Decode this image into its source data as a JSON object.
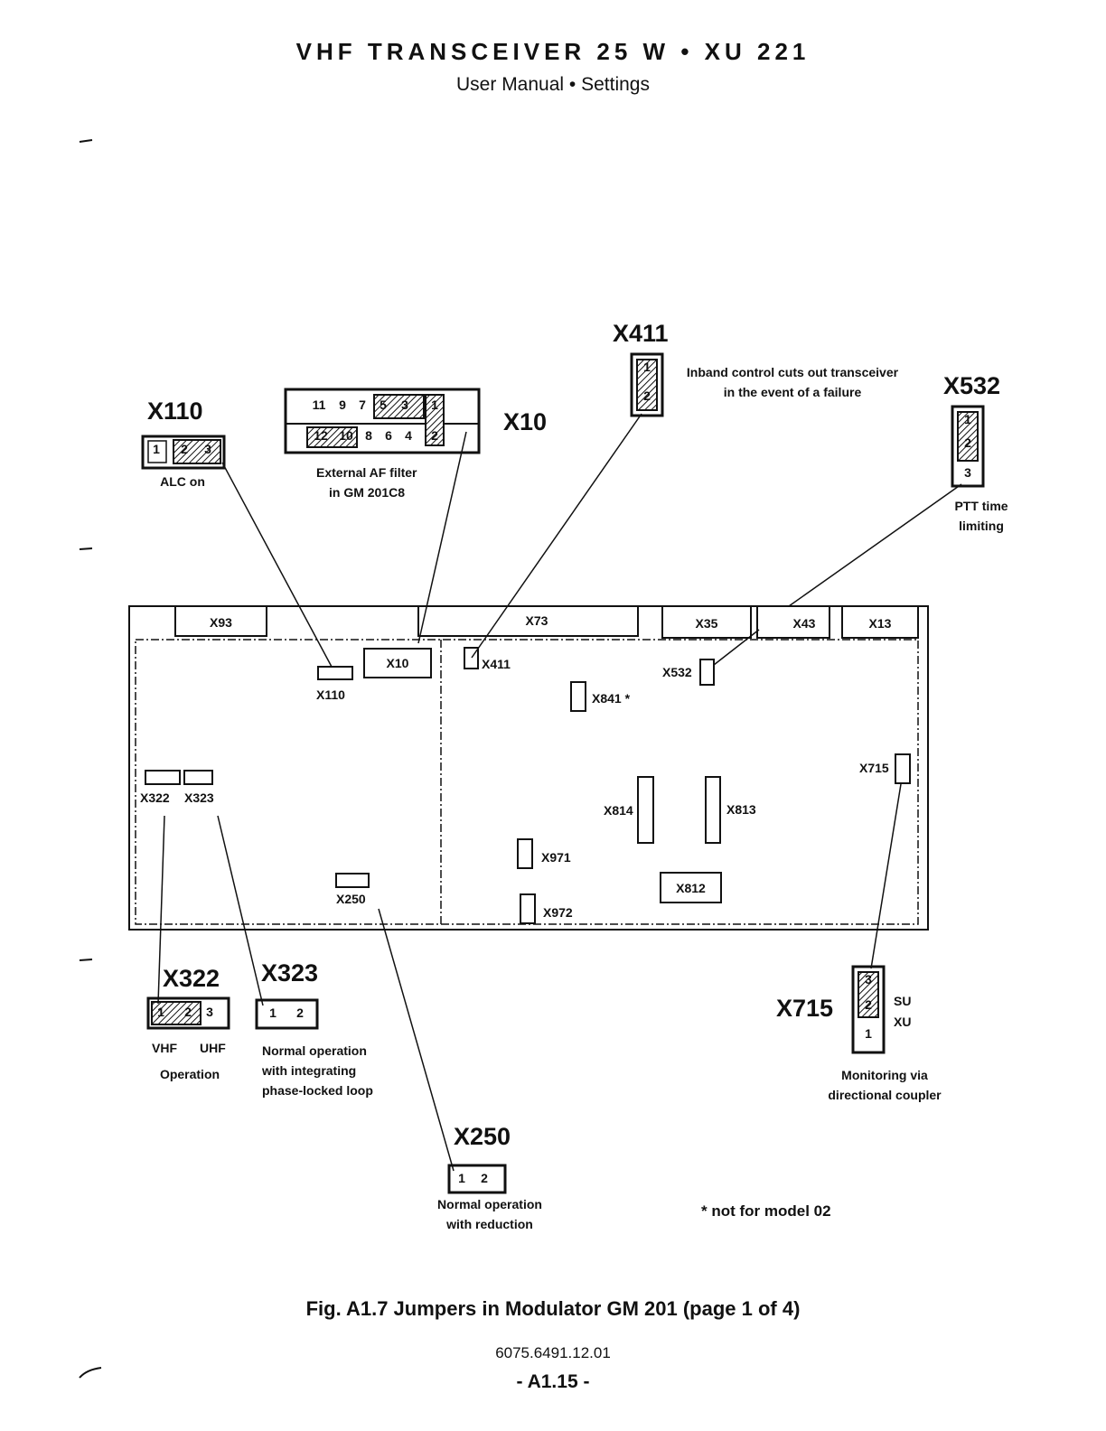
{
  "header": {
    "title": "VHF TRANSCEIVER 25 W • XU 221",
    "subtitle": "User Manual • Settings"
  },
  "jumpers": {
    "x110": {
      "name": "X110",
      "pins": [
        "1",
        "2",
        "3"
      ],
      "note": "ALC on"
    },
    "x10": {
      "name": "X10",
      "top_pins": [
        "11",
        "9",
        "7",
        "5",
        "3",
        "1"
      ],
      "bottom_pins": [
        "12",
        "10",
        "8",
        "6",
        "4",
        "2"
      ],
      "note_line1": "External AF filter",
      "note_line2": "in GM 201C8"
    },
    "x411": {
      "name": "X411",
      "pins": [
        "1",
        "2"
      ],
      "note_line1": "Inband control cuts out transceiver",
      "note_line2": "in the event of a failure"
    },
    "x532": {
      "name": "X532",
      "pins": [
        "1",
        "2",
        "3"
      ],
      "note_line1": "PTT time",
      "note_line2": "limiting"
    },
    "x322": {
      "name": "X322",
      "pins": [
        "1",
        "2",
        "3"
      ],
      "label_vhf": "VHF",
      "label_uhf": "UHF",
      "note": "Operation"
    },
    "x323": {
      "name": "X323",
      "pins": [
        "1",
        "2"
      ],
      "note_line1": "Normal operation",
      "note_line2": "with integrating",
      "note_line3": "phase-locked loop"
    },
    "x250": {
      "name": "X250",
      "pins": [
        "1",
        "2"
      ],
      "note_line1": "Normal operation",
      "note_line2": "with reduction"
    },
    "x715": {
      "name": "X715",
      "pins": [
        "3",
        "2",
        "1"
      ],
      "label_su": "SU",
      "label_xu": "XU",
      "note_line1": "Monitoring via",
      "note_line2": "directional coupler"
    }
  },
  "board": {
    "connectors": [
      "X93",
      "X73",
      "X35",
      "X43",
      "X13"
    ],
    "parts": {
      "x10": "X10",
      "x110": "X110",
      "x411": "X411",
      "x841": "X841 *",
      "x532": "X532",
      "x715": "X715",
      "x322": "X322",
      "x323": "X323",
      "x814": "X814",
      "x813": "X813",
      "x971": "X971",
      "x812": "X812",
      "x250": "X250",
      "x972": "X972"
    }
  },
  "footnote": "* not for model 02",
  "caption": "Fig. A1.7   Jumpers in Modulator GM 201 (page 1 of 4)",
  "doc_number": "6075.6491.12.01",
  "page_number": "- A1.15 -"
}
